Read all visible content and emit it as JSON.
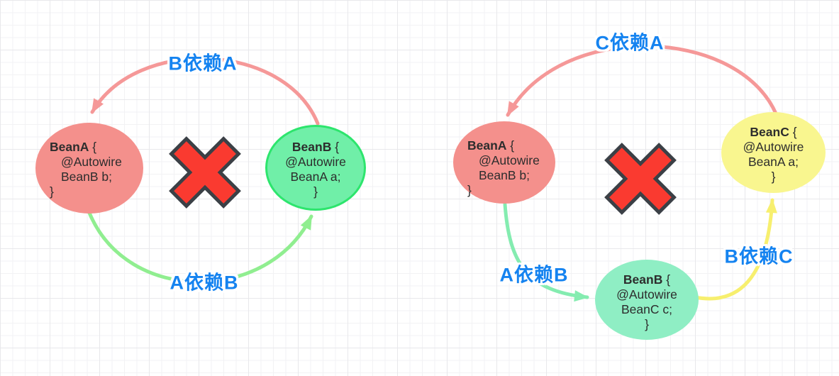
{
  "colors": {
    "label_blue": "#1583f0",
    "salmon_node": "#f4908c",
    "salmon_arrow": "#f59898",
    "green_node_bordered_fill": "#70efa8",
    "green_node_border": "#2de56d",
    "mint_node": "#8feec4",
    "yellow_node": "#f9f68f",
    "green_arrow_left": "#90ee90",
    "green_arrow_right": "#84ecb0",
    "yellow_arrow": "#f7ef6e",
    "cross_fill": "#fa3a30",
    "cross_outline": "#3b4046",
    "node_text": "#2d2d2d"
  },
  "left_diagram": {
    "edge_top_label": "B依赖A",
    "edge_bottom_label": "A依赖B",
    "cross_icon": "red-x-mark",
    "beanA": {
      "name": "BeanA",
      "open": " {",
      "line1": "@Autowire",
      "line2": "BeanB b;",
      "close": "}"
    },
    "beanB": {
      "name": "BeanB",
      "open": " {",
      "line1": "@Autowire",
      "line2": "BeanA a;",
      "close": "}"
    }
  },
  "right_diagram": {
    "edge_top_label": "C依赖A",
    "edge_left_label": "A依赖B",
    "edge_right_label": "B依赖C",
    "cross_icon": "red-x-mark",
    "beanA": {
      "name": "BeanA",
      "open": " {",
      "line1": "@Autowire",
      "line2": "BeanB b;",
      "close": "}"
    },
    "beanB": {
      "name": "BeanB",
      "open": " {",
      "line1": "@Autowire",
      "line2": "BeanC c;",
      "close": "}"
    },
    "beanC": {
      "name": "BeanC",
      "open": " {",
      "line1": "@Autowire",
      "line2": "BeanA a;",
      "close": "}"
    }
  }
}
